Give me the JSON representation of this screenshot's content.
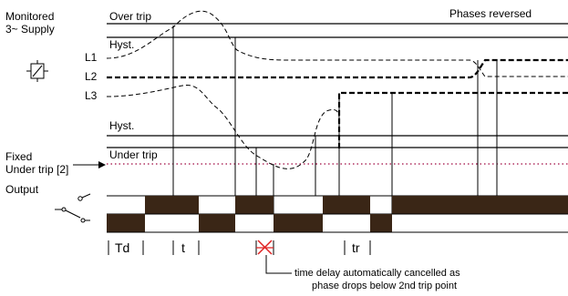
{
  "labels": {
    "monitored_line1": "Monitored",
    "monitored_line2": "3~ Supply",
    "over_trip": "Over trip",
    "hyst_top": "Hyst.",
    "phases_reversed": "Phases reversed",
    "l1": "L1",
    "l2": "L2",
    "l3": "L3",
    "hyst_bottom": "Hyst.",
    "under_trip": "Under trip",
    "fixed_line1": "Fixed",
    "fixed_line2": "Under trip [2]",
    "output": "Output",
    "td": "Td",
    "t": "t",
    "tr": "tr",
    "note_line1": "time delay automatically cancelled as",
    "note_line2": "phase drops below 2nd trip point"
  },
  "colors": {
    "line": "#000000",
    "fixed_trip_dotted": "#b03060",
    "cancel_mark": "#e02020",
    "fill": "#3a2616"
  },
  "icons": {
    "relay": "relay-coil-icon",
    "contact_no": "normally-open-contact-icon",
    "contact_co": "changeover-contact-icon",
    "arrow": "arrow-right-icon"
  }
}
